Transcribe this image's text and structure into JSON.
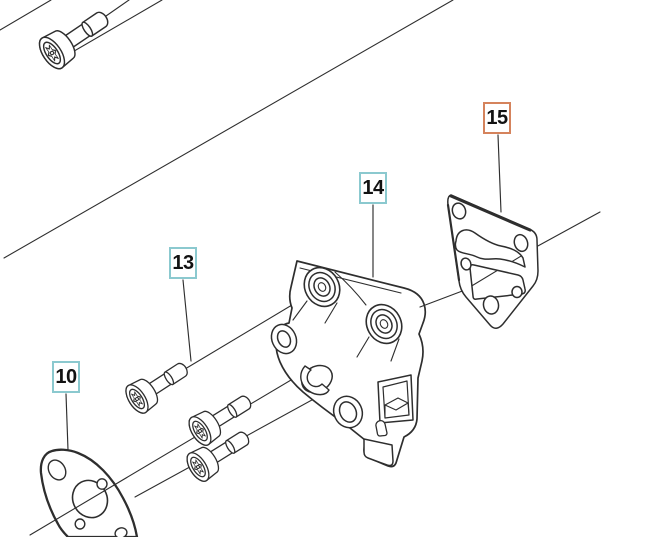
{
  "diagram": {
    "type": "exploded-parts-diagram",
    "background": "#ffffff"
  },
  "callouts": [
    {
      "number": "10",
      "highlighted": false
    },
    {
      "number": "13",
      "highlighted": false
    },
    {
      "number": "14",
      "highlighted": false
    },
    {
      "number": "15",
      "highlighted": true
    }
  ],
  "colors": {
    "callout_border": "#8bc9cf",
    "callout_border_highlighted": "#d5835c",
    "line_art": "#2e2e2e",
    "leader": "#3f3f3f"
  }
}
